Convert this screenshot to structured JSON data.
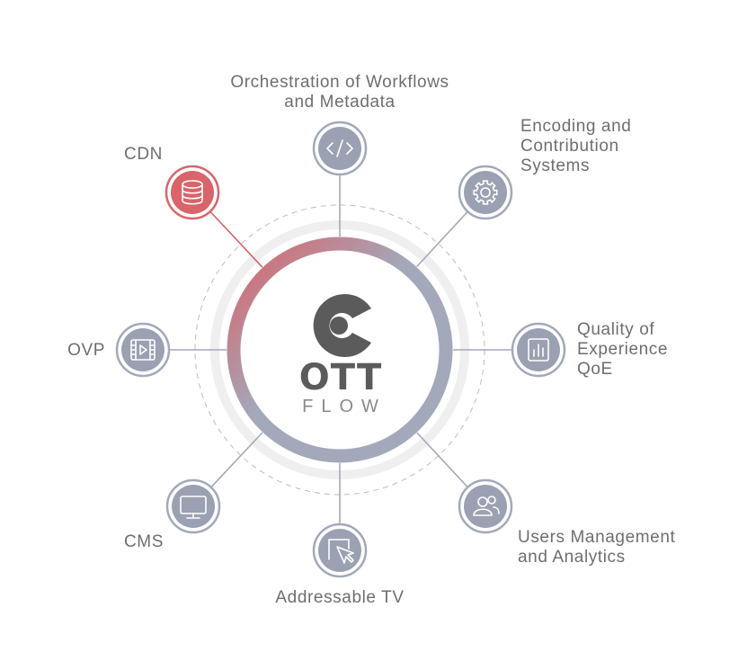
{
  "brand": {
    "main": "OTT",
    "sub": "FLOW"
  },
  "colors": {
    "accent": "#d9646a",
    "node": "#9ba0b2",
    "node_ring": "#a3a8ba",
    "text": "#6d6e72",
    "logo": "#5b5b5b"
  },
  "nodes": [
    {
      "id": "orchestration",
      "icon": "code-icon",
      "lines": [
        "Orchestration of Workflows",
        "and Metadata"
      ],
      "highlighted": false
    },
    {
      "id": "encoding",
      "icon": "gear-icon",
      "lines": [
        "Encoding and",
        "Contribution",
        "Systems"
      ],
      "highlighted": false
    },
    {
      "id": "qoe",
      "icon": "bar-chart-icon",
      "lines": [
        "Quality of",
        "Experience",
        "QoE"
      ],
      "highlighted": false
    },
    {
      "id": "users",
      "icon": "users-icon",
      "lines": [
        "Users Management",
        "and Analytics"
      ],
      "highlighted": false
    },
    {
      "id": "addressable-tv",
      "icon": "cursor-icon",
      "lines": [
        "Addressable TV"
      ],
      "highlighted": false
    },
    {
      "id": "cms",
      "icon": "monitor-icon",
      "lines": [
        "CMS"
      ],
      "highlighted": false
    },
    {
      "id": "ovp",
      "icon": "video-icon",
      "lines": [
        "OVP"
      ],
      "highlighted": false
    },
    {
      "id": "cdn",
      "icon": "database-icon",
      "lines": [
        "CDN"
      ],
      "highlighted": true
    }
  ]
}
